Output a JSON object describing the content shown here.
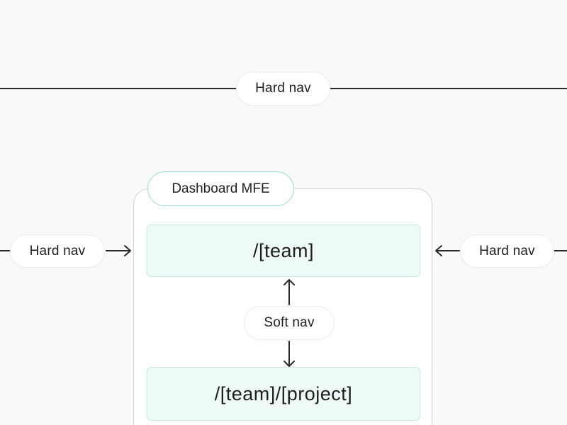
{
  "labels": {
    "top_hard_nav": "Hard nav",
    "left_hard_nav": "Hard nav",
    "right_hard_nav": "Hard nav",
    "soft_nav": "Soft nav",
    "mfe_title": "Dashboard MFE"
  },
  "routes": {
    "team": "/[team]",
    "team_project": "/[team]/[project]"
  },
  "colors": {
    "mint_border": "#9edbc8",
    "route_fill": "#eefaf7",
    "line": "#2a2a2a"
  }
}
